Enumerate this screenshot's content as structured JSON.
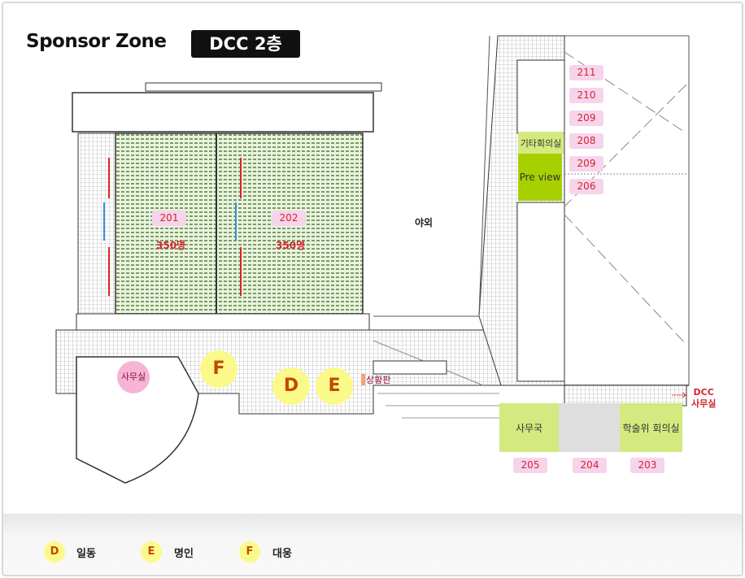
{
  "header": {
    "title": "Sponsor Zone",
    "floor_badge": "DCC 2층"
  },
  "map": {
    "halls": [
      {
        "room": "201",
        "capacity": "350명"
      },
      {
        "room": "202",
        "capacity": "350명"
      }
    ],
    "outdoor_label": "야외",
    "right_rooms": [
      "211",
      "210",
      "209",
      "208",
      "209",
      "206"
    ],
    "other_meeting_room": "기타회의실",
    "preview_room": "Pre view",
    "bottom_rooms": [
      {
        "room": "205",
        "name": "사무국"
      },
      {
        "room": "204",
        "name": ""
      },
      {
        "room": "203",
        "name": "학술위 회의실"
      }
    ],
    "office_label": "사무실",
    "status_board": "상황판",
    "dcc_office_line1": "DCC",
    "dcc_office_line2": "사무실",
    "booths": [
      "F",
      "D",
      "E"
    ]
  },
  "legend": [
    {
      "letter": "D",
      "name": "일동"
    },
    {
      "letter": "E",
      "name": "명인"
    },
    {
      "letter": "F",
      "name": "대웅"
    }
  ],
  "colors": {
    "booth": "#fbf98a",
    "room_label": "#f6d4ec",
    "green_room": "#d4e97f",
    "preview": "#a8d000"
  }
}
